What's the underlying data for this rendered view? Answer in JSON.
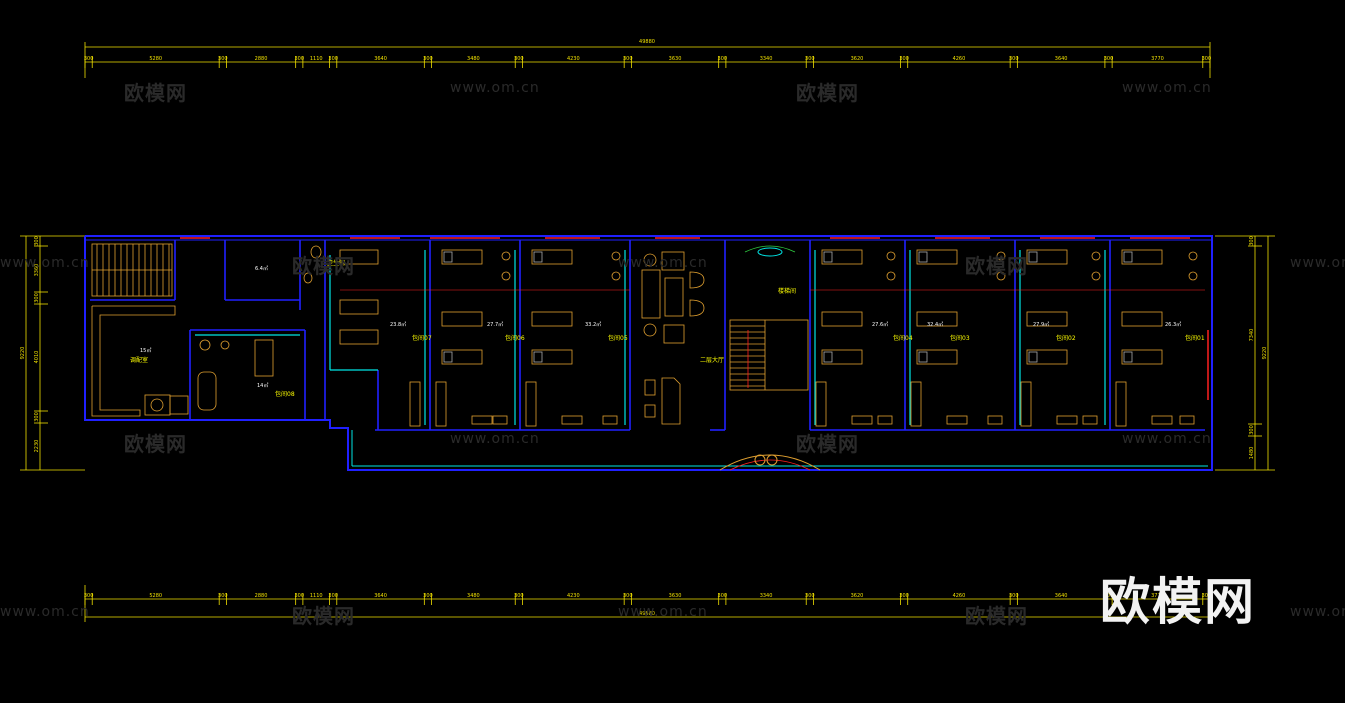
{
  "watermark": {
    "logo": "欧模网",
    "url": "www.om.cn"
  },
  "colors": {
    "dim": "#f0e000",
    "wall": "#2020ff",
    "window": "#00e5e5",
    "furniture": "#e0a030",
    "accent": "#ff2020",
    "label": "#ffff00"
  },
  "dimensions": {
    "top_segments": [
      "300",
      "5280",
      "300",
      "2880",
      "300",
      "1110",
      "300",
      "3640",
      "300",
      "3480",
      "300",
      "4230",
      "300",
      "3630",
      "300",
      "3340",
      "300",
      "3620",
      "300",
      "4260",
      "300",
      "3640",
      "300",
      "3770",
      "300"
    ],
    "bottom_segments": [
      "300",
      "5280",
      "300",
      "2880",
      "300",
      "1110",
      "300",
      "3640",
      "300",
      "3480",
      "300",
      "4230",
      "300",
      "3630",
      "300",
      "3340",
      "300",
      "3620",
      "300",
      "4260",
      "300",
      "3640",
      "300",
      "3770",
      "300"
    ],
    "overall": "49880",
    "left_segments": [
      "300",
      "3360",
      "300",
      "4010",
      "300",
      "2230"
    ],
    "left_total": "9220",
    "right_segments": [
      "300",
      "7340",
      "300",
      "1480"
    ],
    "right_total": "9220"
  },
  "rooms": [
    {
      "id": "r1",
      "name": "调配室",
      "area": "15㎡"
    },
    {
      "id": "r2",
      "name": "",
      "area": "6.4㎡"
    },
    {
      "id": "r3",
      "name": "卫生间",
      "area": ""
    },
    {
      "id": "r4",
      "name": "包间08",
      "area": "14㎡"
    },
    {
      "id": "r5",
      "name": "包间07",
      "area": "23.8㎡"
    },
    {
      "id": "r6",
      "name": "包间06",
      "area": "27.7㎡"
    },
    {
      "id": "r7",
      "name": "包间05",
      "area": "33.2㎡"
    },
    {
      "id": "r8",
      "name": "二层大厅",
      "area": ""
    },
    {
      "id": "r9",
      "name": "楼梯间",
      "area": ""
    },
    {
      "id": "r10",
      "name": "包间04",
      "area": "27.6㎡"
    },
    {
      "id": "r11",
      "name": "包间03",
      "area": "32.4㎡"
    },
    {
      "id": "r12",
      "name": "包间02",
      "area": "27.9㎡"
    },
    {
      "id": "r13",
      "name": "包间01",
      "area": "26.3㎡"
    }
  ]
}
